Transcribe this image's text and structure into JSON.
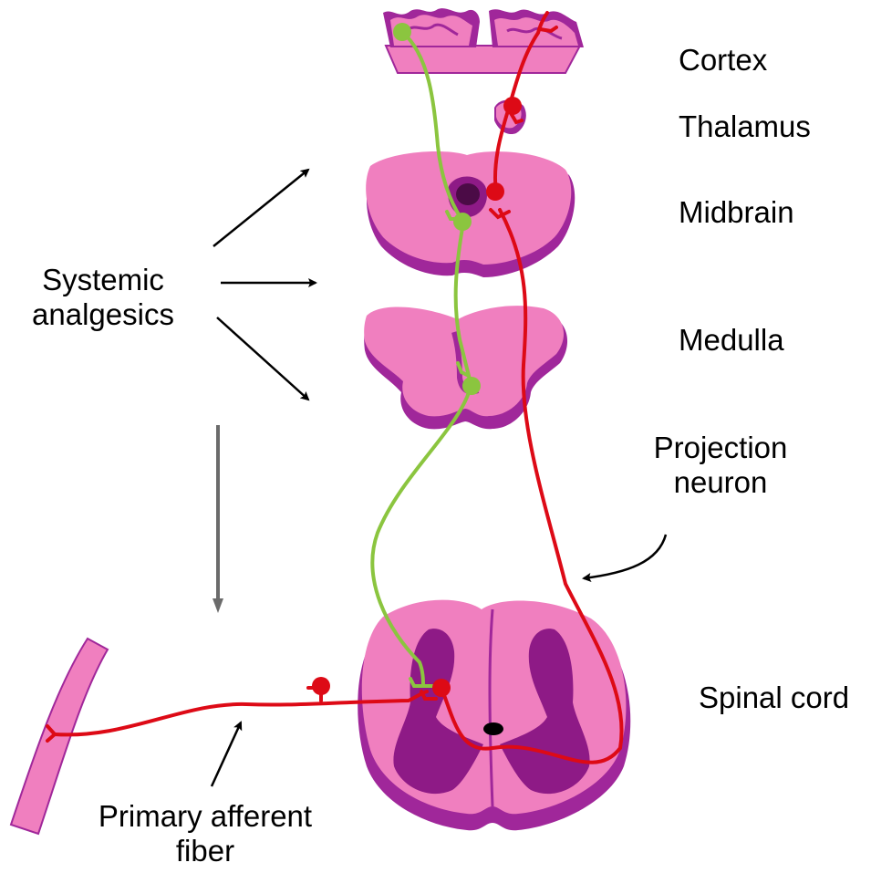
{
  "labels": {
    "cortex": "Cortex",
    "thalamus": "Thalamus",
    "midbrain": "Midbrain",
    "medulla": "Medulla",
    "projection_line1": "Projection",
    "projection_line2": "neuron",
    "spinal_cord": "Spinal cord",
    "systemic_line1": "Systemic",
    "systemic_line2": "analgesics",
    "primary_line1": "Primary afferent",
    "primary_line2": "fiber"
  },
  "colors": {
    "tissue_pink": "#f07fbf",
    "tissue_shadow": "#a0279a",
    "gray_matter": "#8e1a86",
    "ascending_neuron": "#dd0a16",
    "descending_neuron": "#8bc53f",
    "arrow_black": "#000000",
    "arrow_gray": "#6b6b6b"
  }
}
